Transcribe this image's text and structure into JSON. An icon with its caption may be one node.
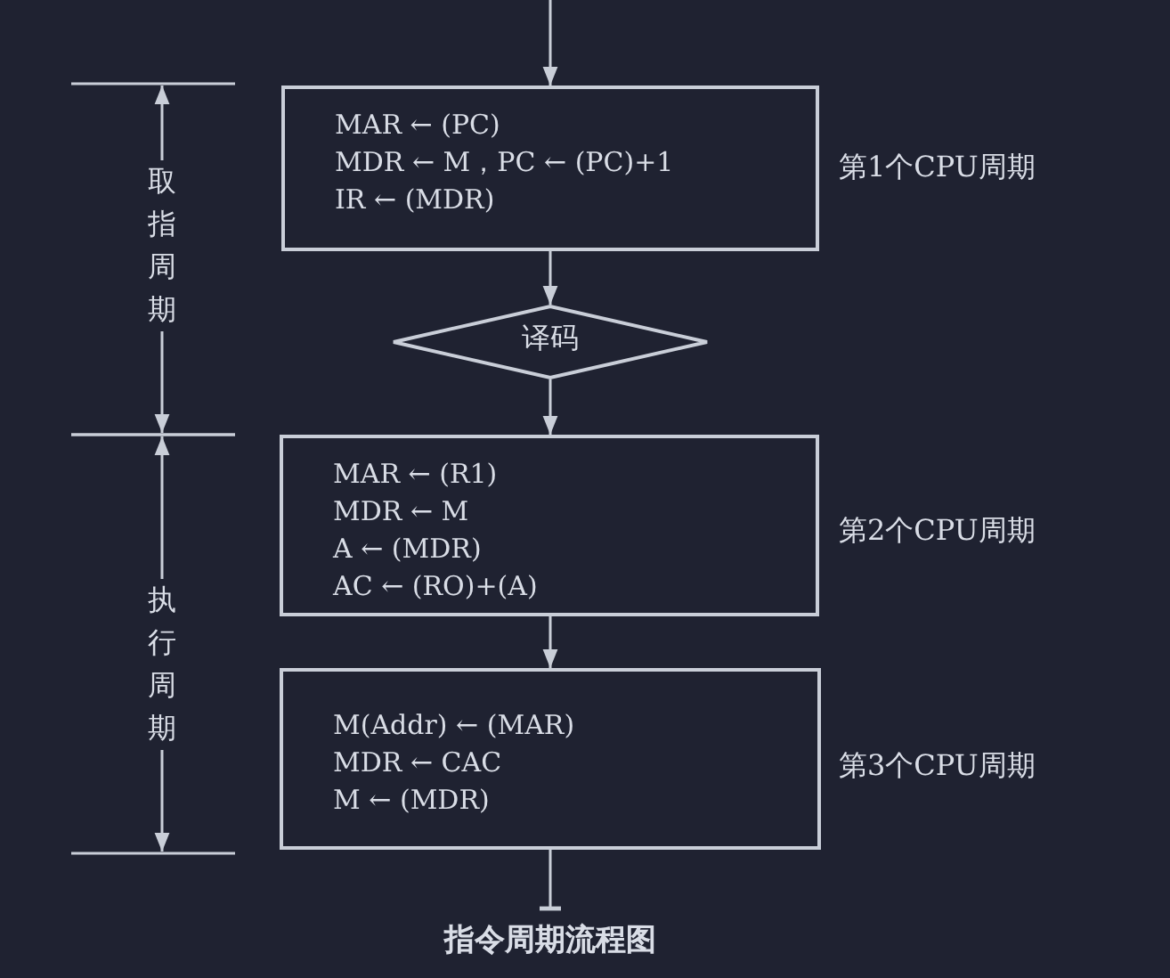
{
  "diagram": {
    "caption": "指令周期流程图",
    "nodes": [
      {
        "text": [
          "MAR ← (PC)",
          "MDR ← M，PC ← (PC)+1",
          "IR ← (MDR)"
        ],
        "beside": [
          "第1个CPU周期"
        ]
      },
      {
        "text": [
          "译码"
        ]
      },
      {
        "text": [
          "MAR ← (R1)",
          "MDR ← M",
          "A ← (MDR)",
          "AC ← (RO)+(A)"
        ],
        "beside": [
          "第2个CPU周期"
        ]
      },
      {
        "text": [
          "M(Addr) ← (MAR)",
          "MDR ← CAC",
          "M ← (MDR)"
        ],
        "beside": [
          "第3个CPU周期"
        ]
      }
    ],
    "edges": [
      {
        "from": null,
        "to": 0,
        "arrow": "to"
      },
      {
        "from": 0,
        "to": 1,
        "arrow": "to"
      },
      {
        "from": 1,
        "to": 2,
        "arrow": "to"
      },
      {
        "from": 2,
        "to": 3,
        "arrow": "to"
      },
      {
        "from": 3,
        "to": null,
        "arrow": "other"
      }
    ],
    "labels": [
      "取指周期",
      "执行周期"
    ]
  }
}
